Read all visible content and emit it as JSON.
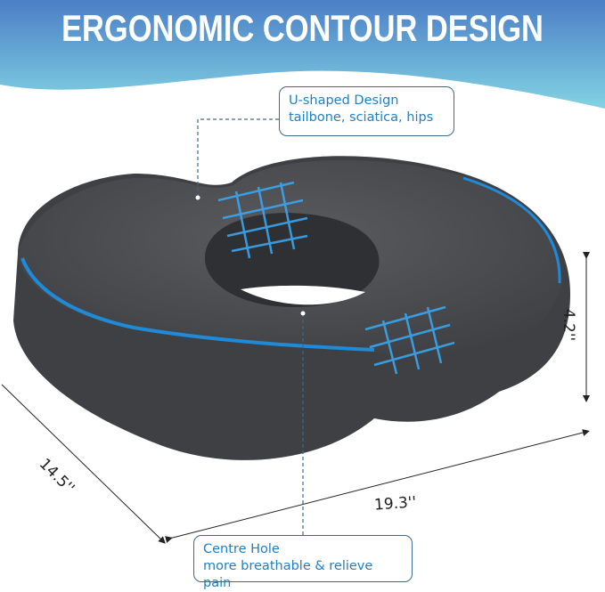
{
  "title": "ERGONOMIC CONTOUR DESIGN",
  "callouts": {
    "u_shaped": {
      "line1": "U-shaped Design",
      "line2": "tailbone, sciatica,  hips"
    },
    "centre_hole": {
      "line1": "Centre Hole",
      "line2": "more breathable & relieve pain"
    }
  },
  "dimensions": {
    "height": "4.2''",
    "width": "19.3''",
    "depth": "14.5''"
  },
  "colors": {
    "banner_top": "#4b7fc6",
    "banner_bottom": "#7fd0e2",
    "cushion": "#4a4c50",
    "accent": "#1f8ad8",
    "callout_text": "#1f7fc2"
  }
}
